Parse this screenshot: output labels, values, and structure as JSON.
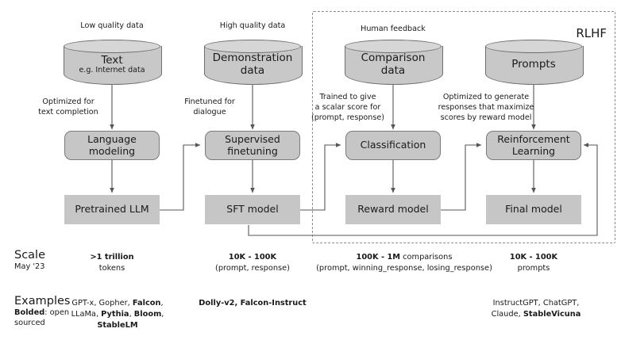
{
  "diagram": {
    "rlhf_label": "RLHF",
    "columns": [
      {
        "id": "pretraining",
        "caption": "Low quality data",
        "store_title": "Text",
        "store_subtitle": "e.g. Internet data",
        "edge_label": "Optimized for\ntext completion",
        "process": "Language\nmodeling",
        "model": "Pretrained LLM"
      },
      {
        "id": "sft",
        "caption": "High quality data",
        "store_title": "Demonstration",
        "store_subtitle": "data",
        "edge_label": "Finetuned for\ndialogue",
        "process": "Supervised\nfinetuning",
        "model": "SFT model"
      },
      {
        "id": "reward-modeling",
        "caption": "Human feedback",
        "store_title": "Comparison",
        "store_subtitle": "data",
        "edge_label": "Trained to give\na scalar score for\n(prompt, response)",
        "process": "Classification",
        "model": "Reward model"
      },
      {
        "id": "rl-finetuning",
        "caption": "Prompts",
        "store_title": "Prompts",
        "store_subtitle": "",
        "edge_label": "Optimized to generate\nresponses that maximize\nscores by reward model",
        "process": "Reinforcement\nLearning",
        "model": "Final model"
      }
    ]
  },
  "scale_row": {
    "label": "Scale",
    "sublabel": "May '23",
    "cells": [
      {
        "bold": ">1 trillion",
        "rest": "tokens"
      },
      {
        "bold": "10K - 100K",
        "rest": "(prompt, response)"
      },
      {
        "bold": "100K - 1M",
        "rest": " comparisons",
        "line2": "(prompt, winning_response, losing_response)"
      },
      {
        "bold": "10K - 100K",
        "rest": "prompts"
      }
    ]
  },
  "examples_row": {
    "label": "Examples",
    "sublabel_bold": "Bolded",
    "sublabel_rest": ": open",
    "sublabel_line2": "sourced",
    "cells": [
      "GPT-x, Gopher, <b>Falcon</b>,<br>LLaMa, <b>Pythia</b>, <b>Bloom</b>,<br><b>StableLM</b>",
      "<b>Dolly-v2, Falcon-Instruct</b>",
      "",
      "InstructGPT, ChatGPT,<br>Claude, <b>StableVicuna</b>"
    ]
  },
  "colors": {
    "node_fill": "#c6c6c6",
    "cylinder_fill": "#c8c8c8",
    "cylinder_top": "#d6d6d6",
    "stroke": "#6e6e6e",
    "wire": "#565656",
    "dashed": "#8e8e8e"
  }
}
